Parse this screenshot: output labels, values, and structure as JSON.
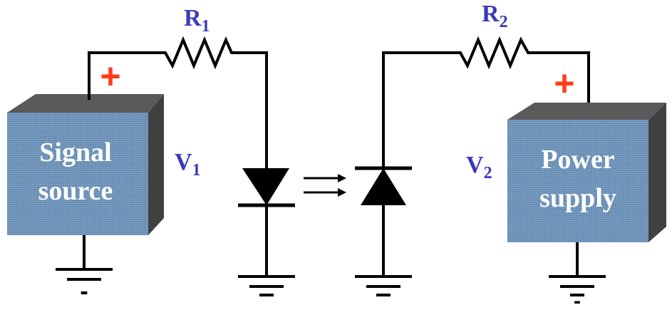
{
  "diagram": {
    "left_circuit": {
      "resistor": {
        "label": "R",
        "subscript": "1"
      },
      "source_box": {
        "line1": "Signal",
        "line2": "source"
      },
      "voltage": {
        "label": "V",
        "subscript": "1"
      },
      "plus": "+",
      "minus": "-"
    },
    "right_circuit": {
      "resistor": {
        "label": "R",
        "subscript": "2"
      },
      "source_box": {
        "line1": "Power",
        "line2": "supply"
      },
      "voltage": {
        "label": "V",
        "subscript": "2"
      },
      "plus": "+",
      "minus": "-"
    },
    "colors": {
      "box_front": "#6f93b8",
      "box_top": "#5a5a5a",
      "box_side": "#3f3f3f",
      "label_blue": "#3a3ab8",
      "plus_red": "#ff3c1a",
      "wire": "#000000"
    }
  }
}
